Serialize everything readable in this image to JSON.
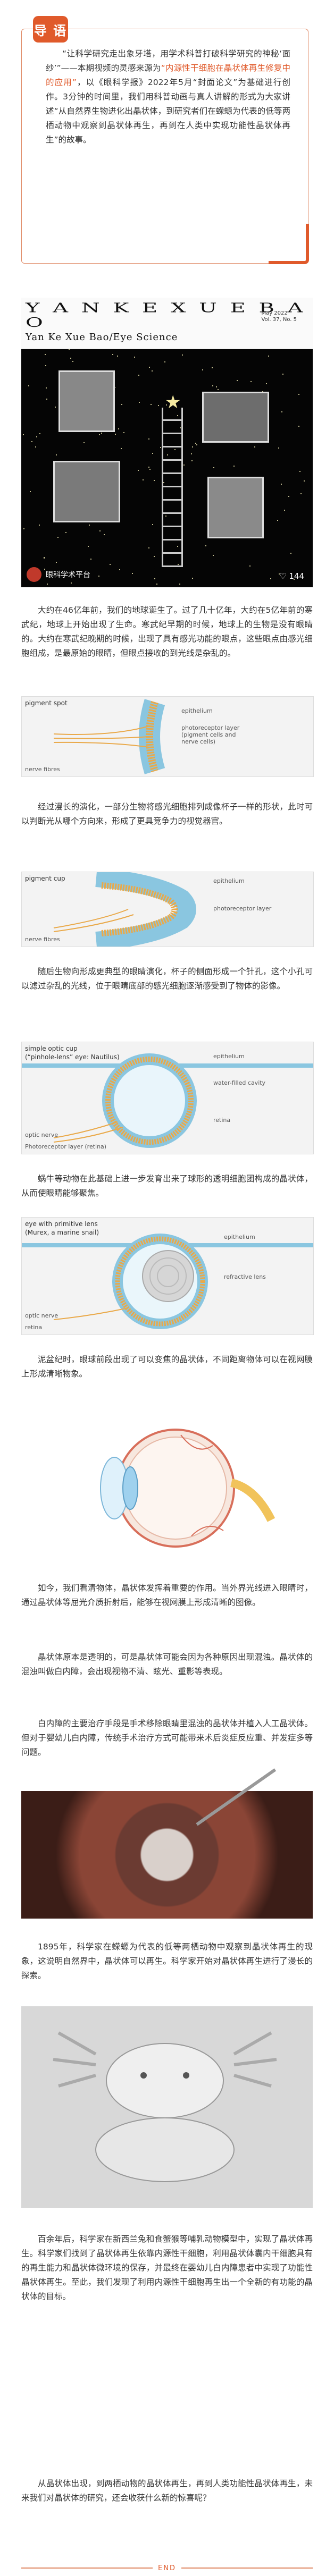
{
  "intro": {
    "tag": "导 语",
    "text_pre": "“让科学研究走出象牙塔，用学术科普打破科学研究的神秘‘面纱’”——本期视频的灵感来源为",
    "text_highlight": "“内源性干细胞在晶状体再生修复中的应用”",
    "text_post": "，以《眼科学报》2022年5月“封面论文”为基础进行创作。3分钟的时间里，我们用科普动画与真人讲解的形式为大家讲述“从自然界生物进化出晶状体，到研究者们在蝾螈为代表的低等两栖动物中观察到晶状体再生，再到在人类中实现功能性晶状体再生”的故事。"
  },
  "cover": {
    "title": "Y A N  K E  X U E  B A O",
    "subtitle": "Yan Ke Xue Bao/Eye Science",
    "vol": [
      "May  2022",
      "Vol. 37, No. 5"
    ],
    "channel": "眼科学术平台",
    "likes": "144"
  },
  "paragraphs": [
    "大约在46亿年前，我们的地球诞生了。过了几十亿年，大约在5亿年前的寒武纪，地球上开始出现了生命。寒武纪早期的时候，地球上的生物是没有眼睛的。大约在寒武纪晚期的时候，出现了具有感光功能的眼点，这些眼点由感光细胞组成，是最原始的眼睛，但眼点接收的到光线是杂乱的。",
    "经过漫长的演化，一部分生物将感光细胞排列成像杯子一样的形状，此时可以判断光从哪个方向来，形成了更具竞争力的视觉器官。",
    "随后生物向形成更典型的眼睛演化，杯子的侧面形成一个针孔，这个小孔可以滤过杂乱的光线，位于眼睛底部的感光细胞逐渐感受到了物体的影像。",
    "蜗牛等动物在此基础上进一步发育出来了球形的透明细胞团构成的晶状体，从而使眼睛能够聚焦。",
    "泥盆纪时，眼球前段出现了可以变焦的晶状体，不同距离物体可以在视网膜上形成清晰物象。",
    "如今，我们看清物体，晶状体发挥着重要的作用。当外界光线进入眼睛时，通过晶状体等屈光介质折射后，能够在视网膜上形成清晰的图像。",
    "晶状体原本是透明的，可是晶状体可能会因为各种原因出现混浊。晶状体的混浊叫做白内障，会出现视物不清、眩光、重影等表现。",
    "白内障的主要治疗手段是手术移除眼睛里混浊的晶状体并植入人工晶状体。但对于婴幼儿白内障，传统手术治疗方式可能带来术后炎症反应重、并发症多等问题。",
    "1895年，科学家在蝾螈为代表的低等两栖动物中观察到晶状体再生的现象，这说明自然界中，晶状体可以再生。科学家开始对晶状体再生进行了漫长的探索。",
    "百余年后，科学家在新西兰兔和食蟹猴等哺乳动物模型中，实现了晶状体再生。科学家们找到了晶状体再生依靠内源性干细胞，利用晶状体囊内干细胞具有的再生能力和晶状体微环境的保存，并最终在婴幼儿白内障患者中实现了功能性晶状体再生。至此，我们发现了利用内源性干细胞再生出一个全新的有功能的晶状体的目标。",
    "从晶状体出现，到两栖动物的晶状体再生，再到人类功能性晶状体再生，未来我们对晶状体的研究，还会收获什么新的惊喜呢？"
  ],
  "figures": {
    "fig1": {
      "title": "pigment spot",
      "labels": [
        "epithelium",
        "photoreceptor layer",
        "(pigment cells and",
        "nerve cells)",
        "nerve fibres"
      ]
    },
    "fig2": {
      "title": "pigment cup",
      "labels": [
        "epithelium",
        "photoreceptor layer",
        "nerve fibres"
      ]
    },
    "fig3": {
      "title": "simple optic cup",
      "subtitle": "(“pinhole-lens” eye: Nautilus)",
      "labels": [
        "epithelium",
        "water-filled cavity",
        "retina",
        "optic nerve",
        "Photoreceptor layer (retina)"
      ]
    },
    "fig4": {
      "title": "eye with primitive lens",
      "subtitle": "(Murex, a marine snail)",
      "labels": [
        "epithelium",
        "refractive lens",
        "optic nerve",
        "retina"
      ]
    }
  },
  "footer": {
    "end": "END"
  }
}
